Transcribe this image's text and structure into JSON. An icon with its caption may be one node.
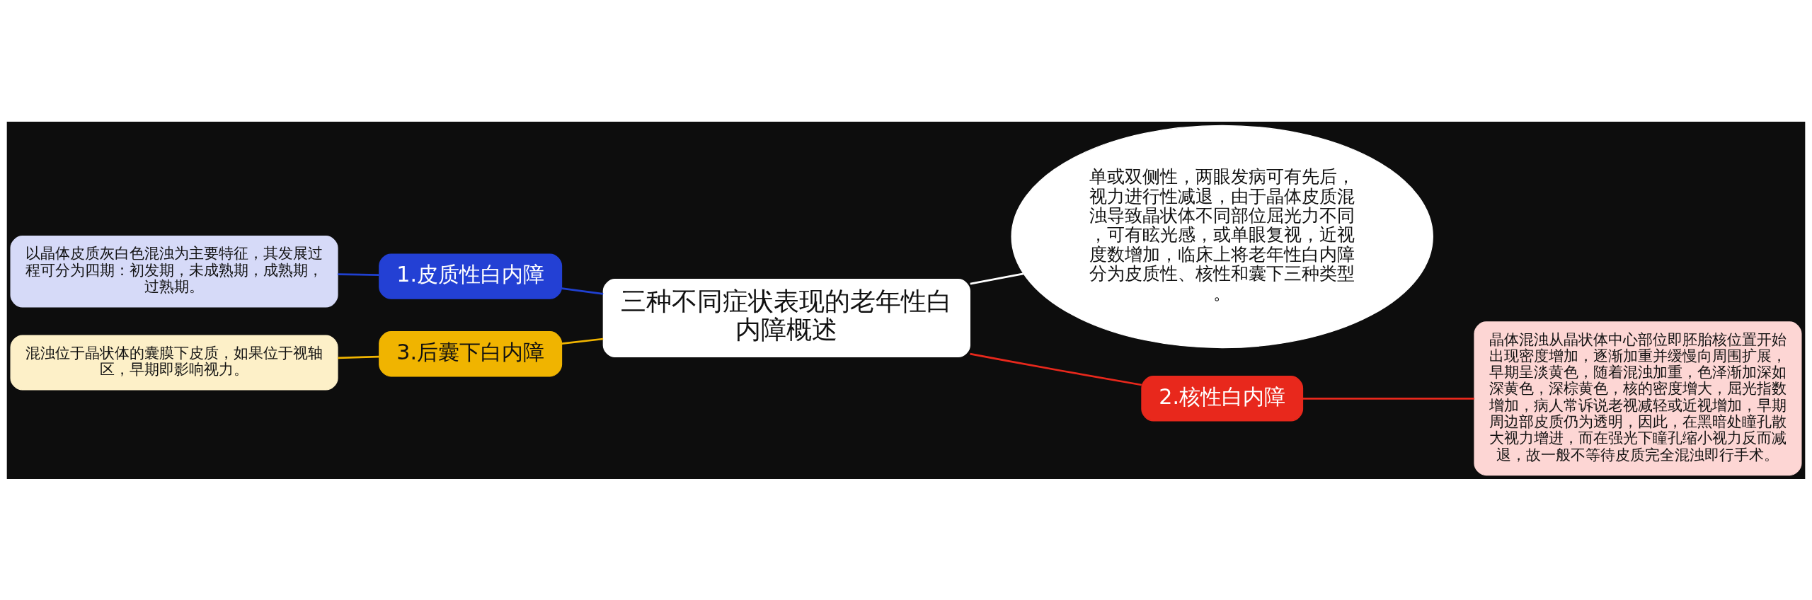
{
  "diagram": {
    "nodes": [
      {
        "text": [
          "三种不同症状表现的老年性白内障概述"
        ]
      },
      {
        "text": [
          "单或双侧性，两眼发病可有先后，视力进行性减退，由于晶体皮质混浊导致晶状体不同部位屈光力不同，可有眩光感，或单眼复视，近视度数增加，临床上将老年性白内障分为皮质性、核性和囊下三种类型。"
        ]
      },
      {
        "text": [
          "1.皮质性白内障"
        ]
      },
      {
        "text": [
          "以晶体皮质灰白色混浊为主要特征，其发展过程可分为四期：初发期，未成熟期，成熟期，过熟期。"
        ]
      },
      {
        "text": [
          "2.核性白内障"
        ]
      },
      {
        "text": [
          "晶体混浊从晶状体中心部位即胚胎核位置开始出现密度增加，逐渐加重并缓慢向周围扩展，早期呈淡黄色，随着混浊加重，色泽渐加深如深黄色，深棕黄色，核的密度增大，屈光指数增加，病人常诉说老视减轻或近视增加，早期周边部皮质仍为透明，因此，在黑暗处瞳孔散大视力增进，而在强光下瞳孔缩小视力反而减退，故一般不等待皮质完全混浊即行手术。"
        ]
      },
      {
        "text": [
          "3.后囊下白内障"
        ]
      },
      {
        "text": [
          "混浊位于晶状体的囊膜下皮质，如果位于视轴区，早期即影响视力。"
        ]
      }
    ],
    "edges": [
      {
        "from": 0,
        "to": 1,
        "arrow": "none",
        "color": "#ffffff"
      },
      {
        "from": 0,
        "to": 2,
        "arrow": "none",
        "color": "#2040d0"
      },
      {
        "from": 2,
        "to": 3,
        "arrow": "none",
        "color": "#2040d0"
      },
      {
        "from": 0,
        "to": 4,
        "arrow": "none",
        "color": "#e8281c"
      },
      {
        "from": 4,
        "to": 5,
        "arrow": "none",
        "color": "#e8281c"
      },
      {
        "from": 0,
        "to": 6,
        "arrow": "none",
        "color": "#f0b400"
      },
      {
        "from": 6,
        "to": 7,
        "arrow": "none",
        "color": "#f0b400"
      }
    ]
  }
}
